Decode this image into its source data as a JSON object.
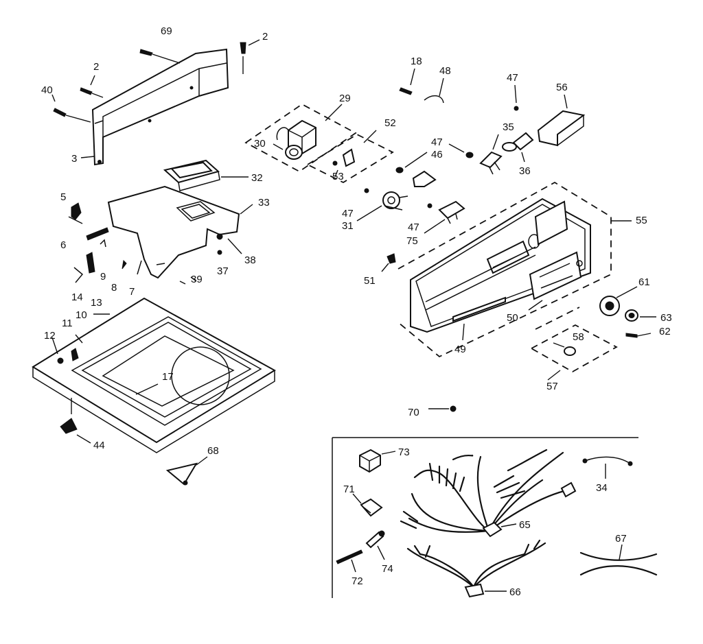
{
  "colors": {
    "ink": "#111111",
    "paper": "#ffffff"
  },
  "labels": {
    "l69": "69",
    "l2a": "2",
    "l2b": "2",
    "l40": "40",
    "l3": "3",
    "l32": "32",
    "l33": "33",
    "l5": "5",
    "l6": "6",
    "l9": "9",
    "l8": "8",
    "l7": "7",
    "l38": "38",
    "l37": "37",
    "l39": "39",
    "l14": "14",
    "l13": "13",
    "l10": "10",
    "l11": "11",
    "l12": "12",
    "l17": "17",
    "l44": "44",
    "l68": "68",
    "l29": "29",
    "l30": "30",
    "l52": "52",
    "l53": "53",
    "l18": "18",
    "l48": "48",
    "l47a": "47",
    "l56": "56",
    "l35": "35",
    "l47b": "47",
    "l46": "46",
    "l36": "36",
    "l47c": "47",
    "l31": "31",
    "l47d": "47",
    "l75": "75",
    "l55": "55",
    "l51": "51",
    "l61": "61",
    "l50": "50",
    "l63": "63",
    "l62": "62",
    "l49": "49",
    "l58": "58",
    "l57": "57",
    "l70": "70",
    "l73": "73",
    "l34": "34",
    "l71": "71",
    "l65": "65",
    "l74": "74",
    "l72": "72",
    "l67": "67",
    "l66": "66"
  }
}
